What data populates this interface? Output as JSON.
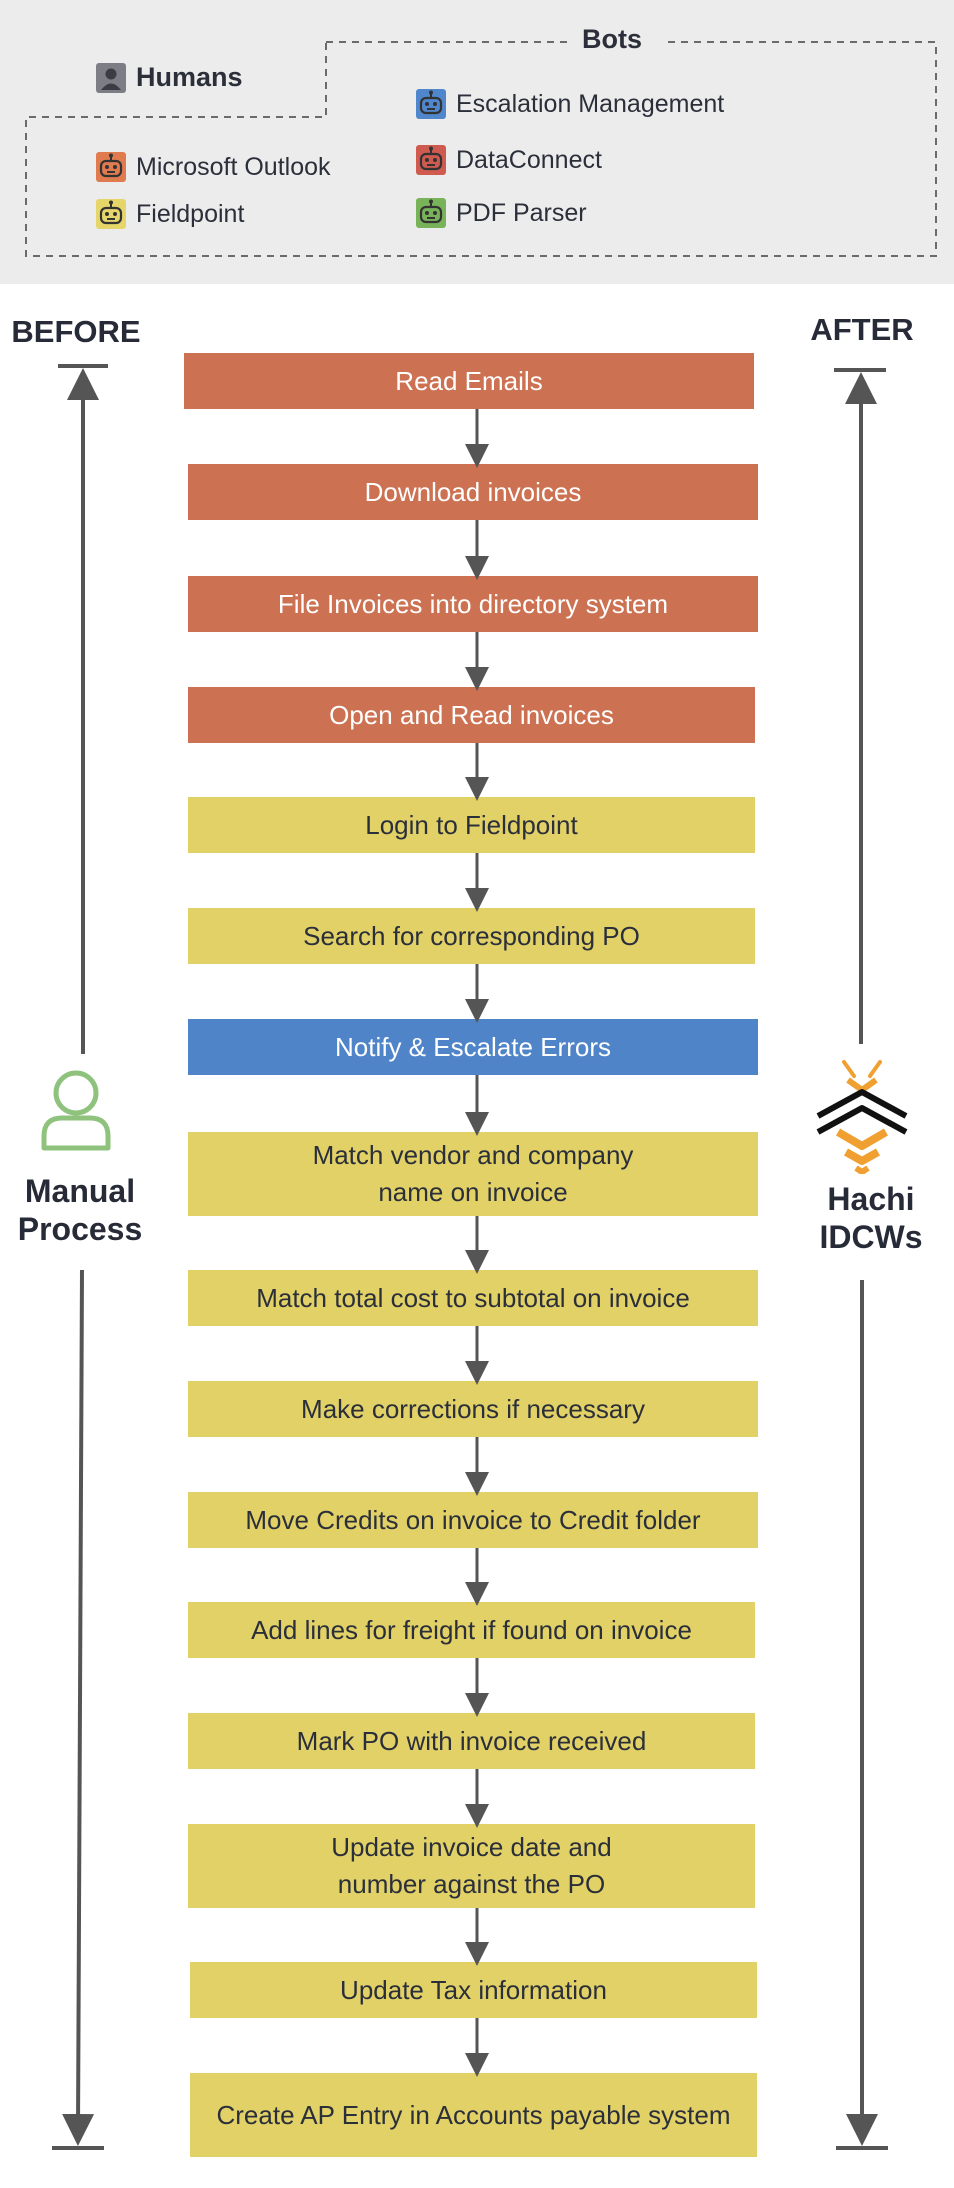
{
  "legend": {
    "bots_title": "Bots",
    "humans_title": "Humans",
    "items": [
      {
        "key": "outlook",
        "label": "Microsoft Outlook",
        "color": "#e07a4f",
        "icon": "robot-icon"
      },
      {
        "key": "fieldpoint",
        "label": "Fieldpoint",
        "color": "#e6d66a",
        "icon": "robot-icon"
      },
      {
        "key": "escalation",
        "label": "Escalation Management",
        "color": "#4f86cc",
        "icon": "robot-icon"
      },
      {
        "key": "dataconnect",
        "label": "DataConnect",
        "color": "#cf5a4f",
        "icon": "robot-icon"
      },
      {
        "key": "pdfparser",
        "label": "PDF Parser",
        "color": "#78b35a",
        "icon": "robot-icon"
      }
    ],
    "humans_icon": "person-icon",
    "humans_color": "#7d7d85"
  },
  "before": {
    "heading": "BEFORE",
    "label_line1": "Manual",
    "label_line2": "Process",
    "icon": "person-outline-icon",
    "icon_color": "#8fc27d"
  },
  "after": {
    "heading": "AFTER",
    "label_line1": "Hachi",
    "label_line2": "IDCWs",
    "icon": "bee-icon",
    "icon_color": "#f0a030"
  },
  "colors": {
    "outlook": "#cc7152",
    "fieldpoint": "#e2d167",
    "escalation": "#4f84c8",
    "arrow": "#555555"
  },
  "steps": [
    {
      "text": "Read Emails",
      "type": "outlook"
    },
    {
      "text": "Download invoices",
      "type": "outlook"
    },
    {
      "text": "File Invoices into directory system",
      "type": "outlook"
    },
    {
      "text": "Open and Read invoices",
      "type": "outlook"
    },
    {
      "text": "Login to Fieldpoint",
      "type": "fieldpoint"
    },
    {
      "text": "Search for corresponding PO",
      "type": "fieldpoint"
    },
    {
      "text": "Notify & Escalate Errors",
      "type": "escalation"
    },
    {
      "text": "Match vendor and company\nname on invoice",
      "type": "fieldpoint"
    },
    {
      "text": "Match total cost to subtotal on invoice",
      "type": "fieldpoint"
    },
    {
      "text": "Make corrections if necessary",
      "type": "fieldpoint"
    },
    {
      "text": "Move Credits on invoice to Credit folder",
      "type": "fieldpoint"
    },
    {
      "text": "Add lines for freight if found on invoice",
      "type": "fieldpoint"
    },
    {
      "text": "Mark PO with invoice received",
      "type": "fieldpoint"
    },
    {
      "text": "Update invoice date and\nnumber against the PO",
      "type": "fieldpoint"
    },
    {
      "text": "Update Tax information",
      "type": "fieldpoint"
    },
    {
      "text": "Create AP Entry in Accounts payable system",
      "type": "fieldpoint"
    }
  ]
}
